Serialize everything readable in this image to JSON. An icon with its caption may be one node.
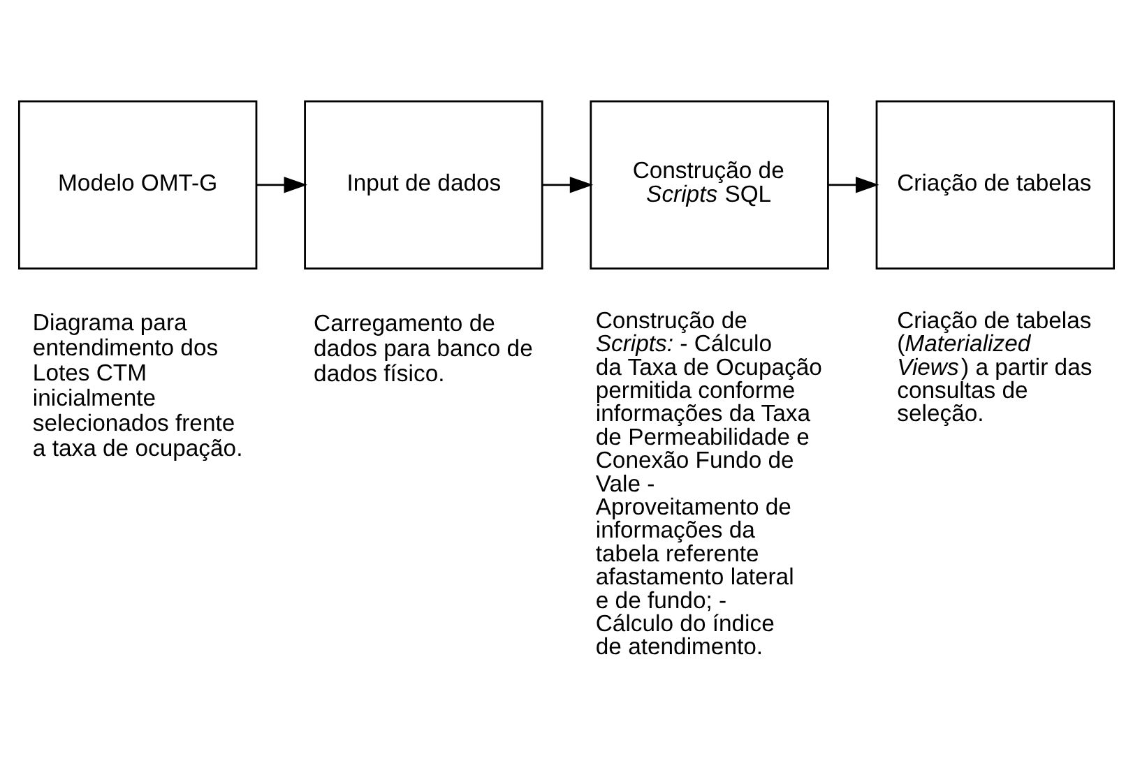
{
  "diagram": {
    "nodes": [
      {
        "text": [
          "Modelo OMT-G"
        ],
        "beside": [
          "Diagrama para entendimento dos Lotes CTM inicialmente selecionados frente a taxa de ocupação."
        ]
      },
      {
        "text": [
          "Input de dados"
        ],
        "beside": [
          "Carregamento de dados para banco de dados físico."
        ]
      },
      {
        "text": [
          "Construção de *Scripts* SQL"
        ],
        "beside": [
          "Construção de *Scripts:* - Cálculo da Taxa de Ocupação permitida conforme informações da Taxa de Permeabilidade e Conexão Fundo de Vale - Aproveitamento de informações da tabela referente afastamento lateral e de fundo; - Cálculo do índice de atendimento."
        ]
      },
      {
        "text": [
          "Criação de tabelas"
        ],
        "beside": [
          "Criação de tabelas (*Materialized Views*) a partir das consultas de seleção."
        ]
      }
    ],
    "edges": [
      {
        "from": 0,
        "to": 1,
        "arrow": "to"
      },
      {
        "from": 1,
        "to": 2,
        "arrow": "to"
      },
      {
        "from": 2,
        "to": 3,
        "arrow": "to"
      }
    ]
  }
}
